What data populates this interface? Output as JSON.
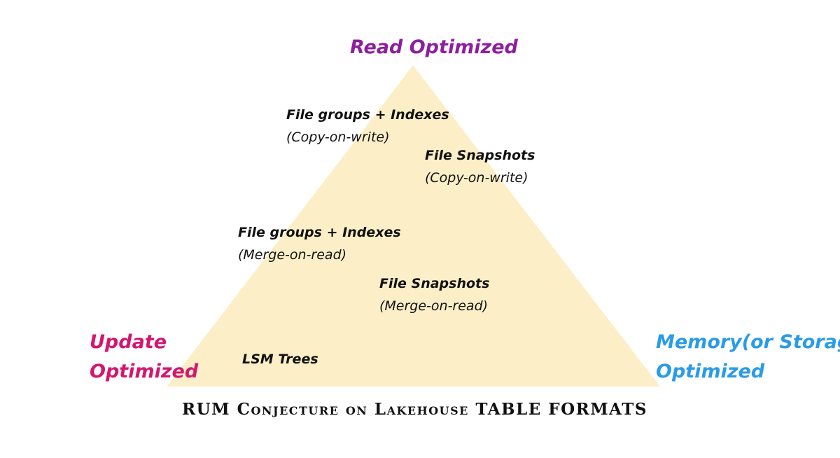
{
  "diagram": {
    "triangle_fill": "#fcefc7",
    "corners": {
      "top": "Read Optimized",
      "left_line1": "Update",
      "left_line2": "Optimized",
      "right_line1": "Memory(or Storage)",
      "right_line2": "Optimized"
    },
    "colors": {
      "read": "#8e1ea0",
      "update": "#d4166f",
      "memory": "#2a9be8"
    },
    "items": [
      {
        "name": "File groups + Indexes",
        "mode": "(Copy-on-write)"
      },
      {
        "name": "File Snapshots",
        "mode": "(Copy-on-write)"
      },
      {
        "name": "File groups + Indexes",
        "mode": "(Merge-on-read)"
      },
      {
        "name": "File Snapshots",
        "mode": "(Merge-on-read)"
      },
      {
        "name": "LSM Trees"
      }
    ],
    "caption": "RUM Conjecture on Lakehouse TABLE FORMATS"
  }
}
